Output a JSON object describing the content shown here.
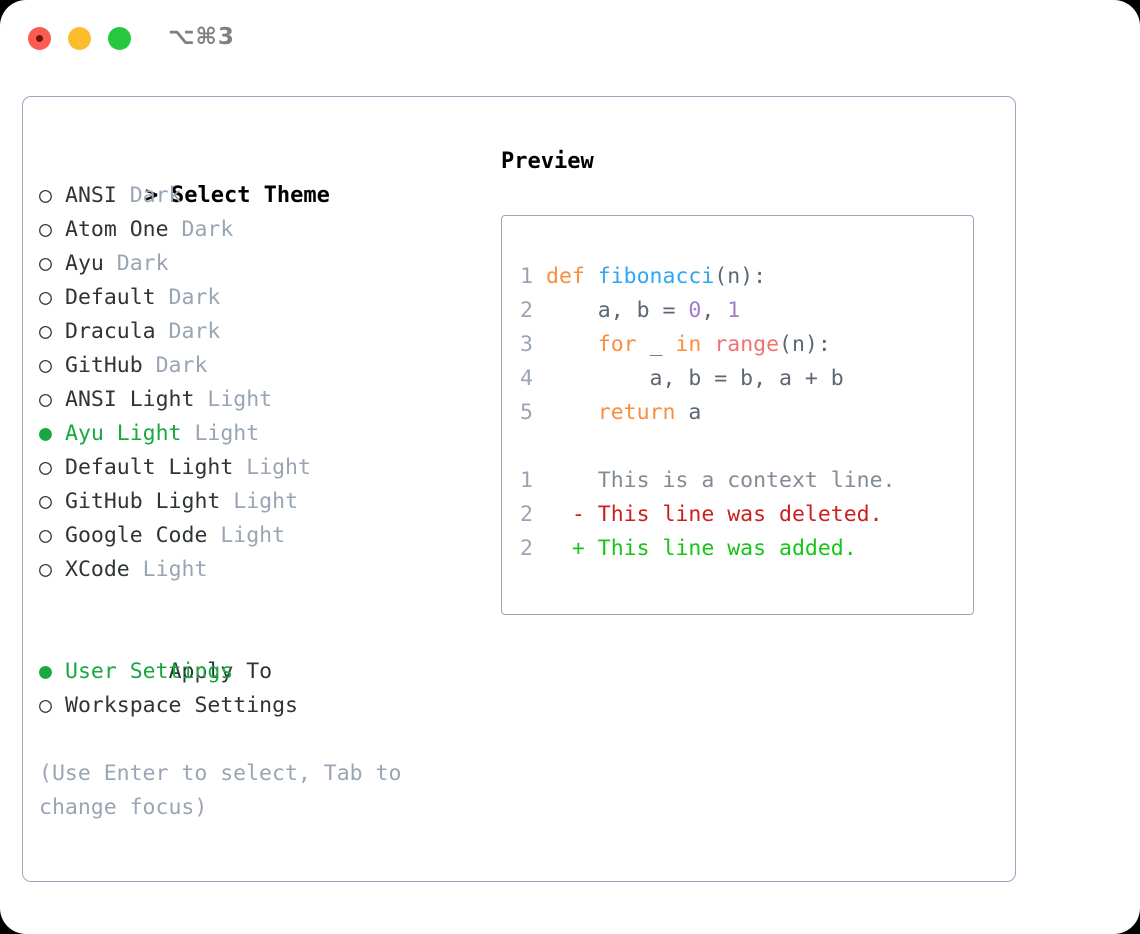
{
  "titlebar": {
    "shortcut": "⌥⌘3",
    "buttons": {
      "close": "close",
      "minimize": "minimize",
      "maximize": "maximize"
    }
  },
  "colors": {
    "selected_green": "#17a93f",
    "muted_gray": "#9aa5b4",
    "panel_border": "#9aa8bd",
    "keyword_orange": "#fa8d3e",
    "function_blue": "#2fa6f2",
    "number_purple": "#a37acc",
    "builtin_red": "#f07171",
    "diff_deleted": "#cc1f1f",
    "diff_added": "#17c417"
  },
  "theme_list": {
    "header": {
      "marker": ">",
      "label": "Select Theme"
    },
    "items": [
      {
        "marker": "○",
        "label": "ANSI",
        "suffix": "Dark",
        "selected": false
      },
      {
        "marker": "○",
        "label": "Atom One",
        "suffix": "Dark",
        "selected": false
      },
      {
        "marker": "○",
        "label": "Ayu",
        "suffix": "Dark",
        "selected": false
      },
      {
        "marker": "○",
        "label": "Default",
        "suffix": "Dark",
        "selected": false
      },
      {
        "marker": "○",
        "label": "Dracula",
        "suffix": "Dark",
        "selected": false
      },
      {
        "marker": "○",
        "label": "GitHub",
        "suffix": "Dark",
        "selected": false
      },
      {
        "marker": "○",
        "label": "ANSI Light",
        "suffix": "Light",
        "selected": false
      },
      {
        "marker": "●",
        "label": "Ayu Light",
        "suffix": "Light",
        "selected": true
      },
      {
        "marker": "○",
        "label": "Default Light",
        "suffix": "Light",
        "selected": false
      },
      {
        "marker": "○",
        "label": "GitHub Light",
        "suffix": "Light",
        "selected": false
      },
      {
        "marker": "○",
        "label": "Google Code",
        "suffix": "Light",
        "selected": false
      },
      {
        "marker": "○",
        "label": "XCode",
        "suffix": "Light",
        "selected": false
      }
    ]
  },
  "apply_to": {
    "header": {
      "marker": " ",
      "label": "Apply To"
    },
    "items": [
      {
        "marker": "●",
        "label": "User Settings",
        "selected": true
      },
      {
        "marker": "○",
        "label": "Workspace Settings",
        "selected": false
      }
    ]
  },
  "hint": "(Use Enter to select, Tab to change focus)",
  "preview": {
    "title": "Preview",
    "code_lines": [
      {
        "num": "1",
        "tokens": [
          {
            "t": "def ",
            "c": "kw"
          },
          {
            "t": "fibonacci",
            "c": "fn"
          },
          {
            "t": "(n):",
            "c": "pn"
          }
        ]
      },
      {
        "num": "2",
        "tokens": [
          {
            "t": "    a, b = ",
            "c": "pn"
          },
          {
            "t": "0",
            "c": "num"
          },
          {
            "t": ", ",
            "c": "pn"
          },
          {
            "t": "1",
            "c": "num"
          }
        ]
      },
      {
        "num": "3",
        "tokens": [
          {
            "t": "    ",
            "c": "pn"
          },
          {
            "t": "for",
            "c": "kw"
          },
          {
            "t": " _ ",
            "c": "pn"
          },
          {
            "t": "in",
            "c": "kw"
          },
          {
            "t": " ",
            "c": "pn"
          },
          {
            "t": "range",
            "c": "bi"
          },
          {
            "t": "(n):",
            "c": "pn"
          }
        ]
      },
      {
        "num": "4",
        "tokens": [
          {
            "t": "        a, b = b, a + b",
            "c": "pn"
          }
        ]
      },
      {
        "num": "5",
        "tokens": [
          {
            "t": "    ",
            "c": "pn"
          },
          {
            "t": "return",
            "c": "kw"
          },
          {
            "t": " a",
            "c": "pn"
          }
        ]
      }
    ],
    "diff_lines": [
      {
        "num": "1",
        "sign": " ",
        "text": " This is a context line.",
        "kind": "ctx"
      },
      {
        "num": "2",
        "sign": "-",
        "text": " This line was deleted.",
        "kind": "del"
      },
      {
        "num": "2",
        "sign": "+",
        "text": " This line was added.",
        "kind": "add"
      }
    ]
  }
}
